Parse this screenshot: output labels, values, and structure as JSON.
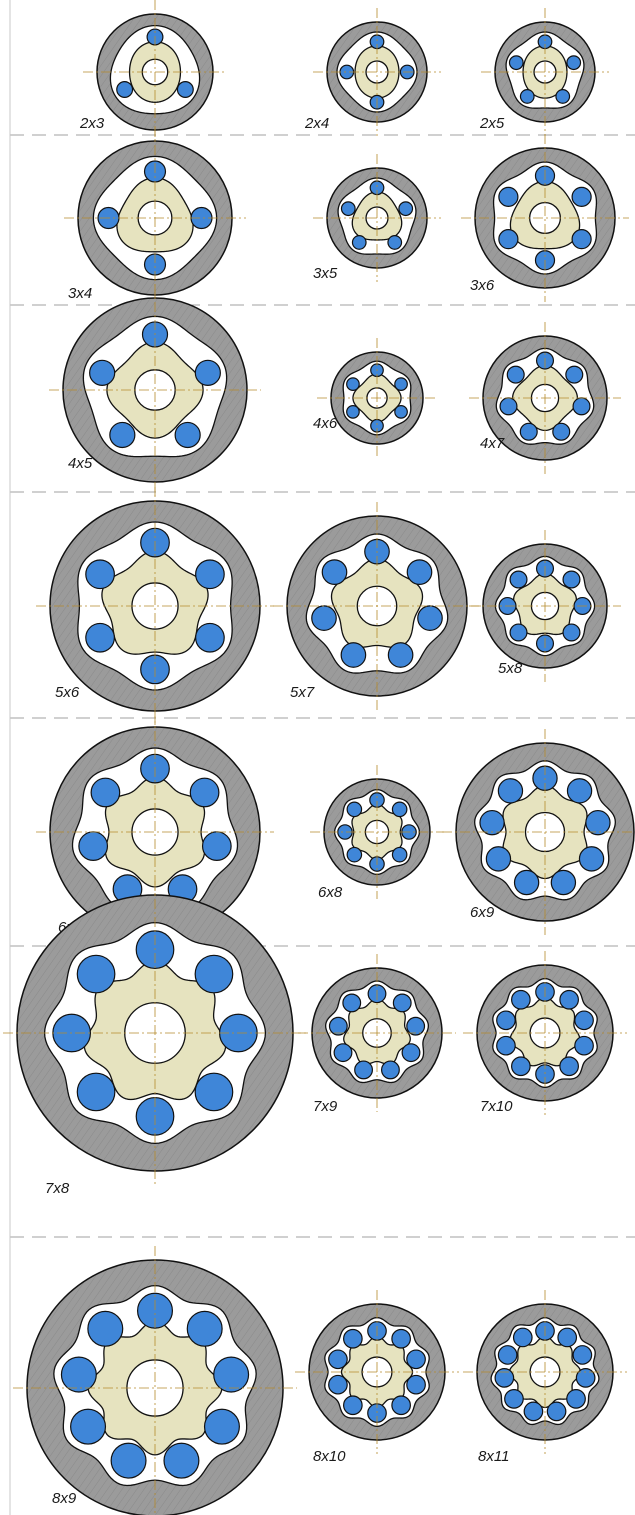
{
  "colors": {
    "ring": "#9b9b9b",
    "lobe": "#e6e3bf",
    "ball": "#3f86d8",
    "outline": "#111111",
    "axis": "#b58a2c",
    "separator": "#a0a0a0"
  },
  "diagrams": [
    {
      "label": "2x3",
      "lobes": 2,
      "balls": 3
    },
    {
      "label": "2x4",
      "lobes": 2,
      "balls": 4
    },
    {
      "label": "2x5",
      "lobes": 2,
      "balls": 5
    },
    {
      "label": "3x4",
      "lobes": 3,
      "balls": 4
    },
    {
      "label": "3x5",
      "lobes": 3,
      "balls": 5
    },
    {
      "label": "3x6",
      "lobes": 3,
      "balls": 6
    },
    {
      "label": "4x5",
      "lobes": 4,
      "balls": 5
    },
    {
      "label": "4x6",
      "lobes": 4,
      "balls": 6
    },
    {
      "label": "4x7",
      "lobes": 4,
      "balls": 7
    },
    {
      "label": "5x6",
      "lobes": 5,
      "balls": 6
    },
    {
      "label": "5x7",
      "lobes": 5,
      "balls": 7
    },
    {
      "label": "5x8",
      "lobes": 5,
      "balls": 8
    },
    {
      "label": "6x7",
      "lobes": 6,
      "balls": 7
    },
    {
      "label": "6x8",
      "lobes": 6,
      "balls": 8
    },
    {
      "label": "6x9",
      "lobes": 6,
      "balls": 9
    },
    {
      "label": "7x8",
      "lobes": 7,
      "balls": 8
    },
    {
      "label": "7x9",
      "lobes": 7,
      "balls": 9
    },
    {
      "label": "7x10",
      "lobes": 7,
      "balls": 10
    },
    {
      "label": "8x9",
      "lobes": 8,
      "balls": 9
    },
    {
      "label": "8x10",
      "lobes": 8,
      "balls": 10
    },
    {
      "label": "8x11",
      "lobes": 8,
      "balls": 11
    }
  ]
}
